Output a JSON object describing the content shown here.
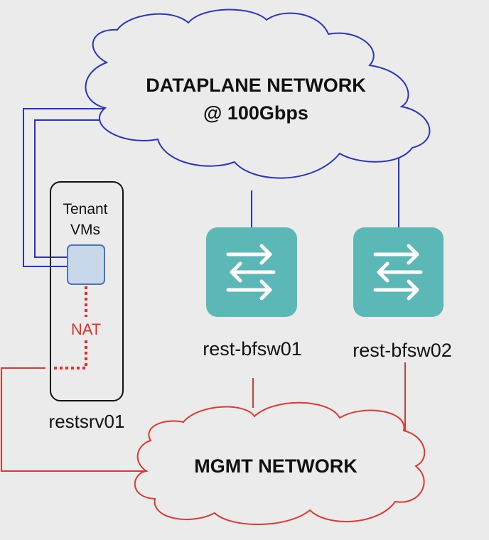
{
  "colors": {
    "background": "#ebebeb",
    "dataplane_link": "#2a36b8",
    "mgmt_link": "#d93a32",
    "nat_dots": "#e03128",
    "switch_fill": "#5cb8b6",
    "vm_fill": "#c8d8ea",
    "vm_stroke": "#4a74b4"
  },
  "dataplane_cloud": {
    "line1": "DATAPLANE NETWORK",
    "line2": "@ 100Gbps"
  },
  "mgmt_cloud": {
    "label": "MGMT NETWORK"
  },
  "server": {
    "name": "restsrv01",
    "vms_line1": "Tenant",
    "vms_line2": "VMs",
    "nat_label": "NAT"
  },
  "switches": [
    {
      "name": "rest-bfsw01",
      "icon": "switch-arrows-icon"
    },
    {
      "name": "rest-bfsw02",
      "icon": "switch-arrows-icon"
    }
  ]
}
